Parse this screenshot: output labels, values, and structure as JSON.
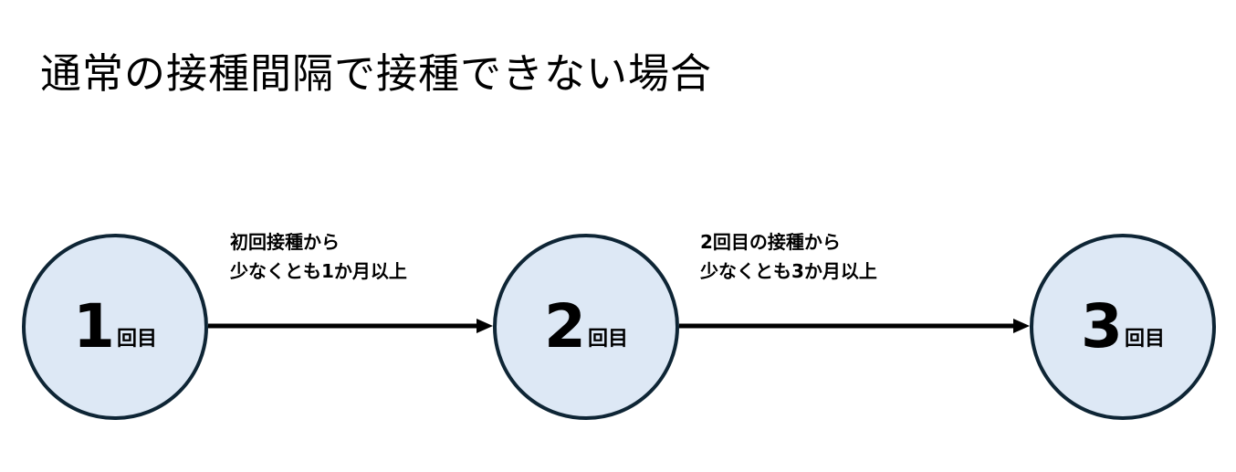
{
  "title": "通常の接種間隔で接種できない場合",
  "doses": [
    {
      "number": "1",
      "suffix": "回目"
    },
    {
      "number": "2",
      "suffix": "回目"
    },
    {
      "number": "3",
      "suffix": "回目"
    }
  ],
  "intervals": [
    {
      "line1": "初回接種から",
      "line2": "少なくとも1か月以上"
    },
    {
      "line1": "2回目の接種から",
      "line2": "少なくとも3か月以上"
    }
  ],
  "colors": {
    "circle_fill": "#dde8f5",
    "circle_stroke": "#0e2535",
    "arrow": "#000000"
  }
}
